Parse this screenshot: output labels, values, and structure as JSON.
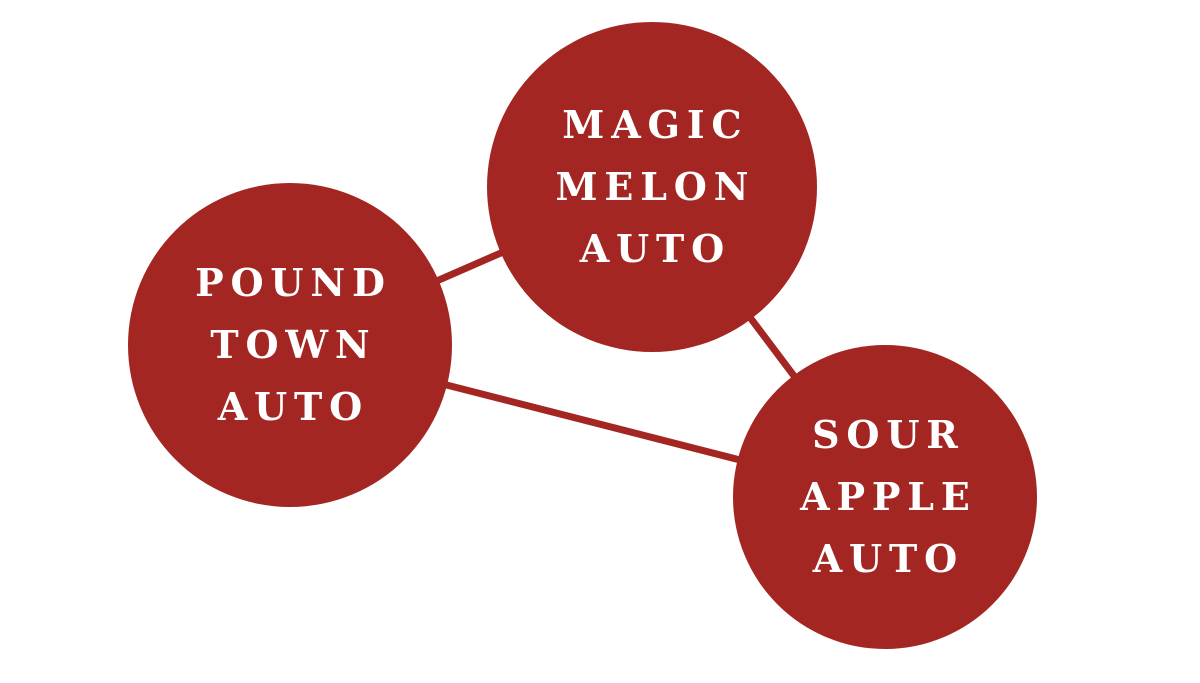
{
  "diagram": {
    "title": "strain-relationship-diagram",
    "background_color": "#ffffff",
    "node_color": "#a32622",
    "edge_color": "#a32622",
    "text_color": "#ffffff",
    "nodes": [
      {
        "id": "pound-town-auto",
        "label": "POUND TOWN AUTO",
        "lines": [
          "POUND",
          "TOWN",
          "AUTO"
        ]
      },
      {
        "id": "magic-melon-auto",
        "label": "MAGIC MELON AUTO",
        "lines": [
          "MAGIC",
          "MELON",
          "AUTO"
        ]
      },
      {
        "id": "sour-apple-auto",
        "label": "SOUR APPLE AUTO",
        "lines": [
          "SOUR",
          "APPLE",
          "AUTO"
        ]
      }
    ],
    "edges": [
      {
        "from": "pound-town-auto",
        "to": "magic-melon-auto"
      },
      {
        "from": "magic-melon-auto",
        "to": "sour-apple-auto"
      },
      {
        "from": "pound-town-auto",
        "to": "sour-apple-auto"
      }
    ]
  }
}
